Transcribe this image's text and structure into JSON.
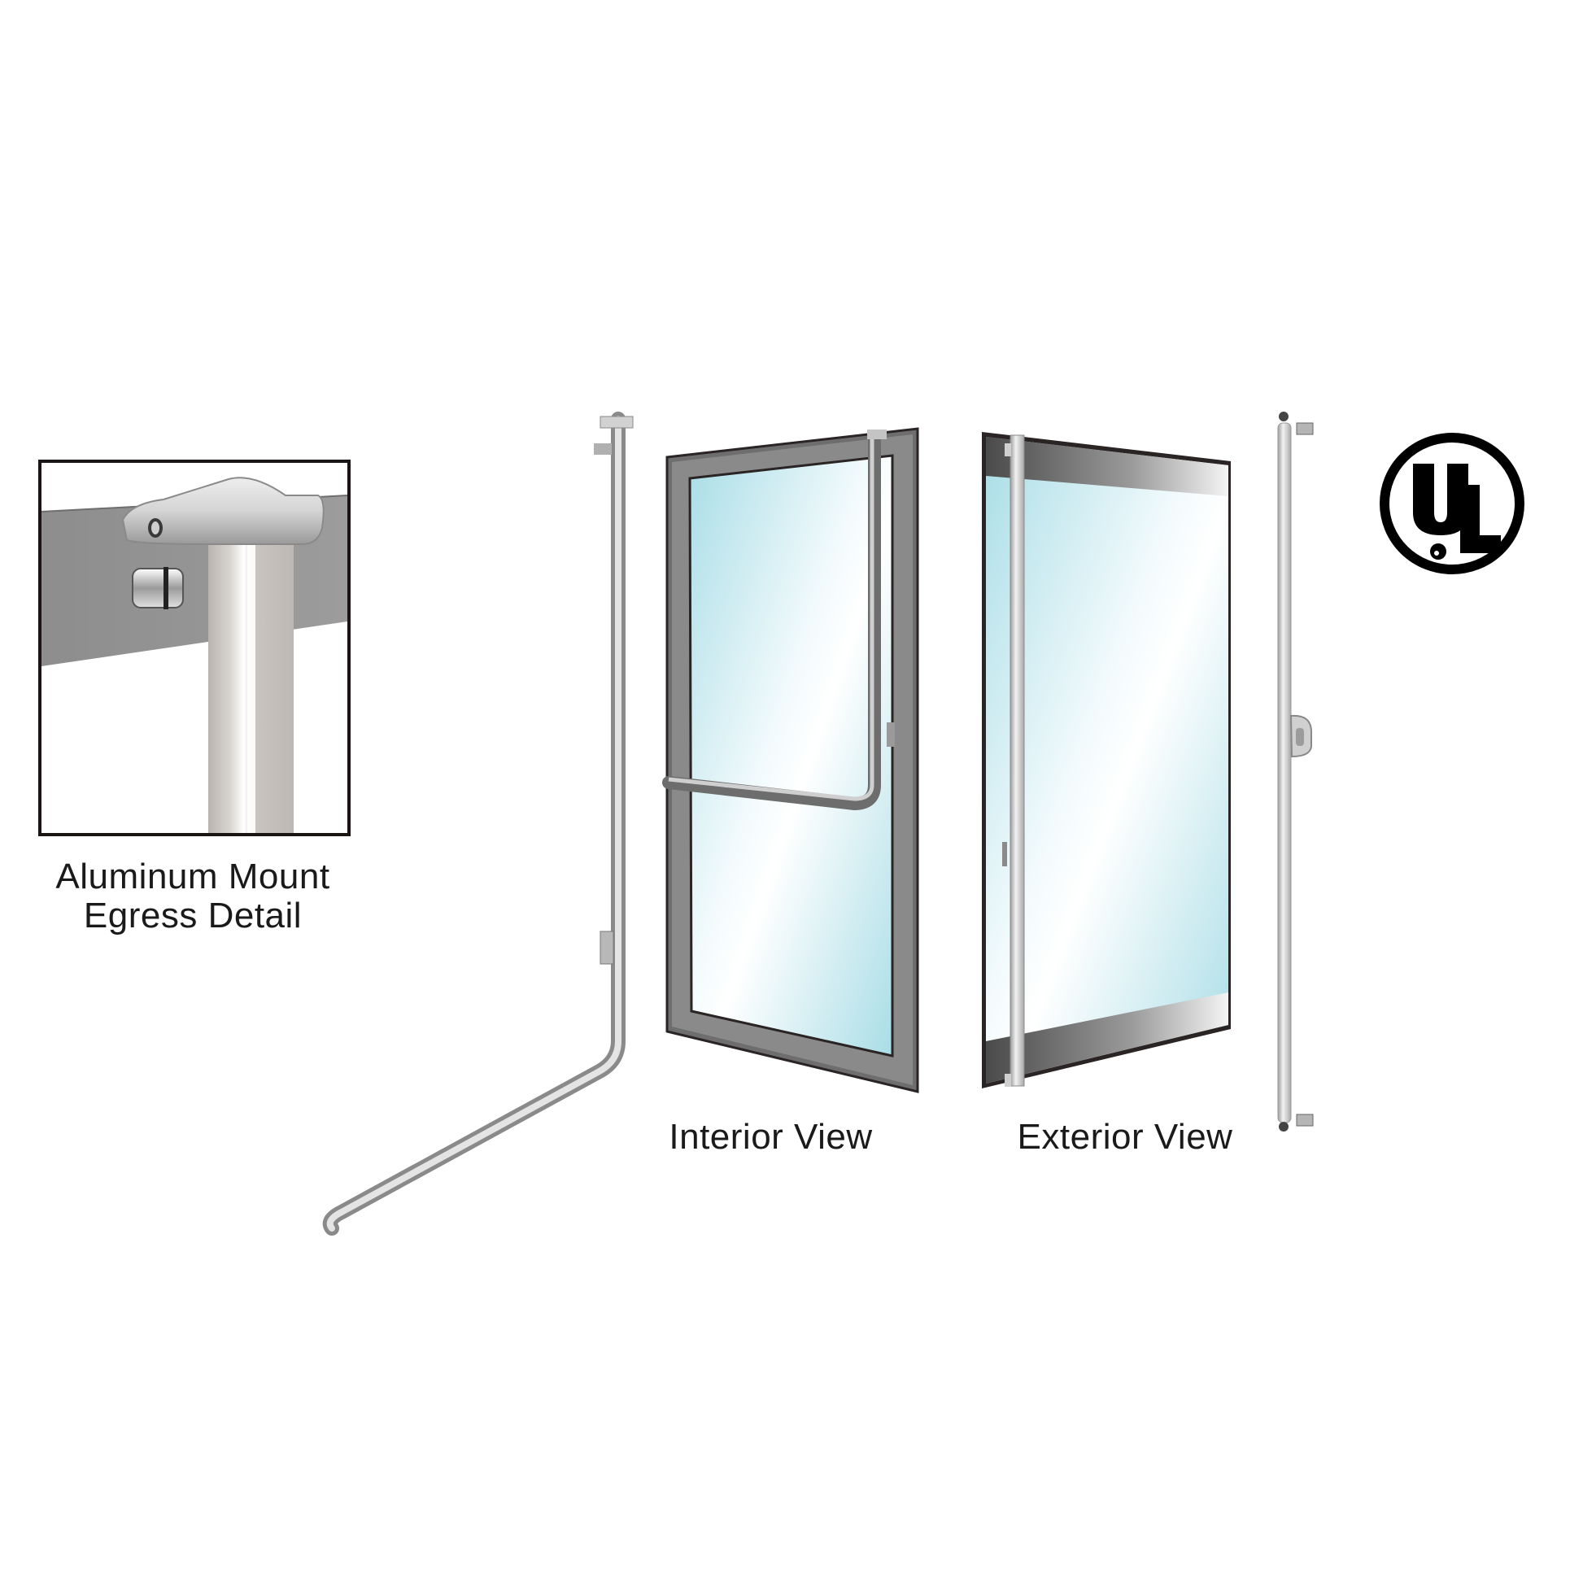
{
  "detail": {
    "caption_line1": "Aluminum Mount",
    "caption_line2": "Egress Detail"
  },
  "views": {
    "interior_label": "Interior View",
    "exterior_label": "Exterior View"
  },
  "certification": {
    "logo_text": "UL",
    "icon": "ul-listed-mark"
  },
  "colors": {
    "glass_light": "#ffffff",
    "glass_tint": "#a9dde6",
    "frame_gray": "#7d7d7d",
    "frame_dark": "#2a2424",
    "steel": "#c9c9c9",
    "text": "#1a1a1a"
  }
}
